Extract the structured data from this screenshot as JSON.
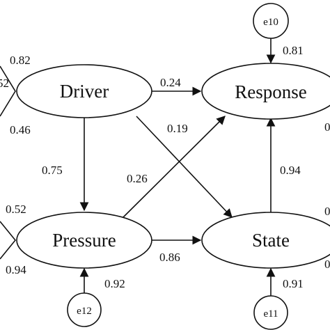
{
  "diagram": {
    "nodes": {
      "driver": "Driver",
      "response": "Response",
      "pressure": "Pressure",
      "state": "State"
    },
    "errors": {
      "e10": "e10",
      "e11": "e11",
      "e12": "e12"
    },
    "coefficients": {
      "driver_response": "0.24",
      "driver_state": "0.19",
      "driver_pressure": "0.75",
      "pressure_response": "0.26",
      "pressure_state": "0.86",
      "state_response": "0.94",
      "e10_response": "0.81",
      "e11_state": "0.91",
      "e12_pressure": "0.92",
      "left_top_upper": "0.82",
      "left_top_lower": "0.46",
      "left_bottom_upper": "0.52",
      "left_bottom_lower": "0.94"
    },
    "cut_labels": {
      "left_top": "52",
      "right_top": "0",
      "right_mid": "0",
      "right_bottom": "0"
    }
  },
  "colors": {
    "line": "#111111",
    "background": "#ffffff"
  }
}
